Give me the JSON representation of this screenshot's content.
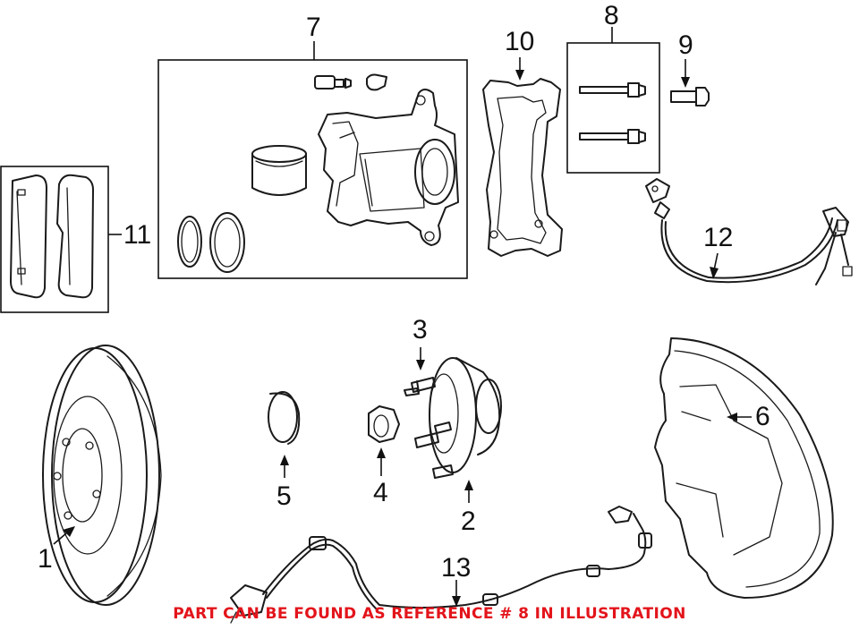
{
  "callouts": {
    "c1": "1",
    "c2": "2",
    "c3": "3",
    "c4": "4",
    "c5": "5",
    "c6": "6",
    "c7": "7",
    "c8": "8",
    "c9": "9",
    "c10": "10",
    "c11": "11",
    "c12": "12",
    "c13": "13"
  },
  "note": "PART CAN BE FOUND AS REFERENCE # 8 IN ILLUSTRATION",
  "colors": {
    "note": "#e3141b",
    "line": "#1a1a1a"
  }
}
